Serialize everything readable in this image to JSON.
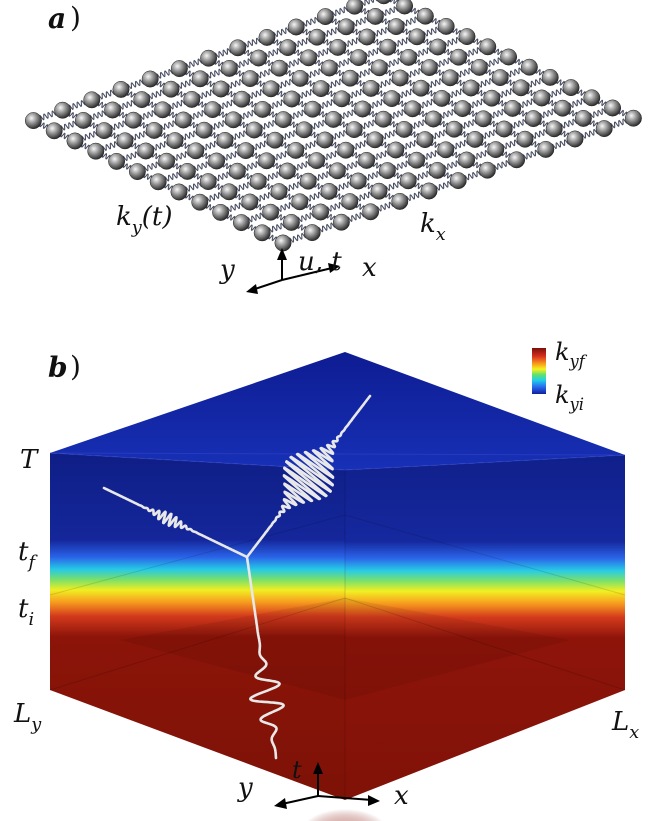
{
  "panel_a": {
    "label": "a",
    "spring_y": "k_y(t)",
    "spring_x": "k_x",
    "axis_y": "y",
    "axis_u": "u, t",
    "axis_x": "x"
  },
  "panel_b": {
    "label": "b",
    "colorbar_top": "k_yf",
    "colorbar_bottom": "k_yi",
    "colorbar_colors": [
      "#7a0f08",
      "#d7301f",
      "#f99a1c",
      "#f7f21c",
      "#63e06b",
      "#20d0e8",
      "#2a6df0",
      "#0f1f9e"
    ],
    "time_T": "T",
    "time_tf": "t_f",
    "time_ti": "t_i",
    "axis_Ly": "L_y",
    "axis_Lx": "L_x",
    "axis_t": "t",
    "axis_y": "y",
    "axis_x": "x"
  }
}
